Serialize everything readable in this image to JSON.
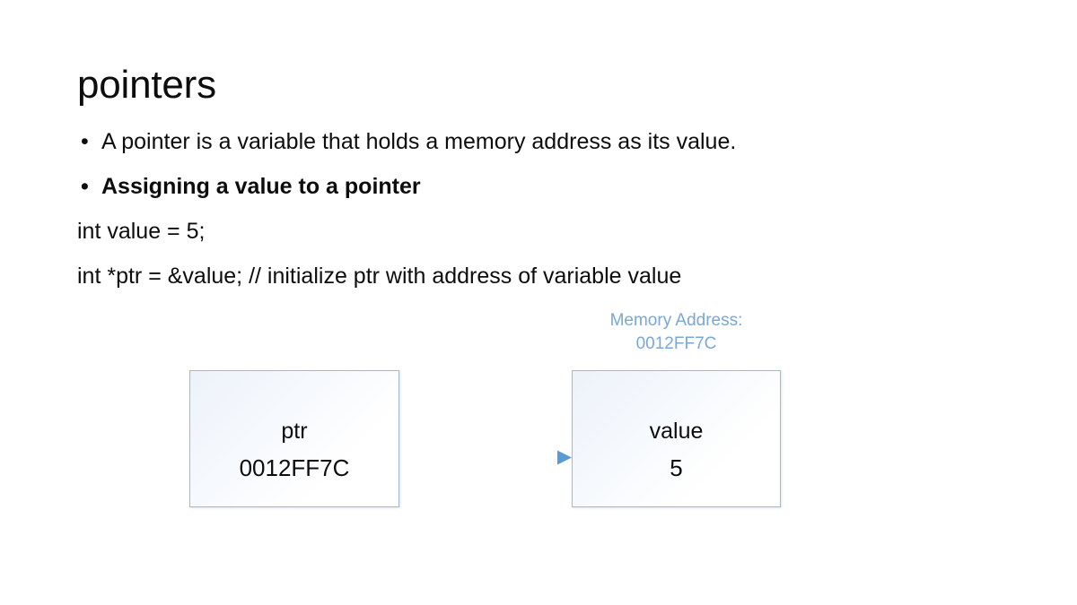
{
  "slide": {
    "title": "pointers",
    "lines": [
      {
        "id": "line-1",
        "text": "A pointer is a variable that holds a memory address as its value.",
        "bullet": "•",
        "bold": false
      },
      {
        "id": "line-2",
        "text": "Assigning a value to a pointer",
        "bullet": "•",
        "bold": true
      },
      {
        "id": "line-3",
        "text": "int value = 5;",
        "bullet": "",
        "bold": false
      },
      {
        "id": "line-4",
        "text": "int *ptr = &value; // initialize ptr with address of variable value",
        "bullet": "",
        "bold": false
      }
    ]
  },
  "diagram": {
    "memory_label": {
      "title": "Memory Address:",
      "address": "0012FF7C"
    },
    "boxes": [
      {
        "id": "ptr",
        "name": "ptr",
        "value": "0012FF7C"
      },
      {
        "id": "value",
        "name": "value",
        "value": "5"
      }
    ],
    "arrow": {
      "from": "ptr",
      "to": "value",
      "head": "arrowhead-icon"
    }
  },
  "colors": {
    "accent_blue": "#7BA7D7",
    "box_border": "#9DBAD8",
    "arrow": "#8FB4D9",
    "arrow_head": "#5B9BD5",
    "text": "#0d0d0d",
    "background": "#ffffff"
  }
}
